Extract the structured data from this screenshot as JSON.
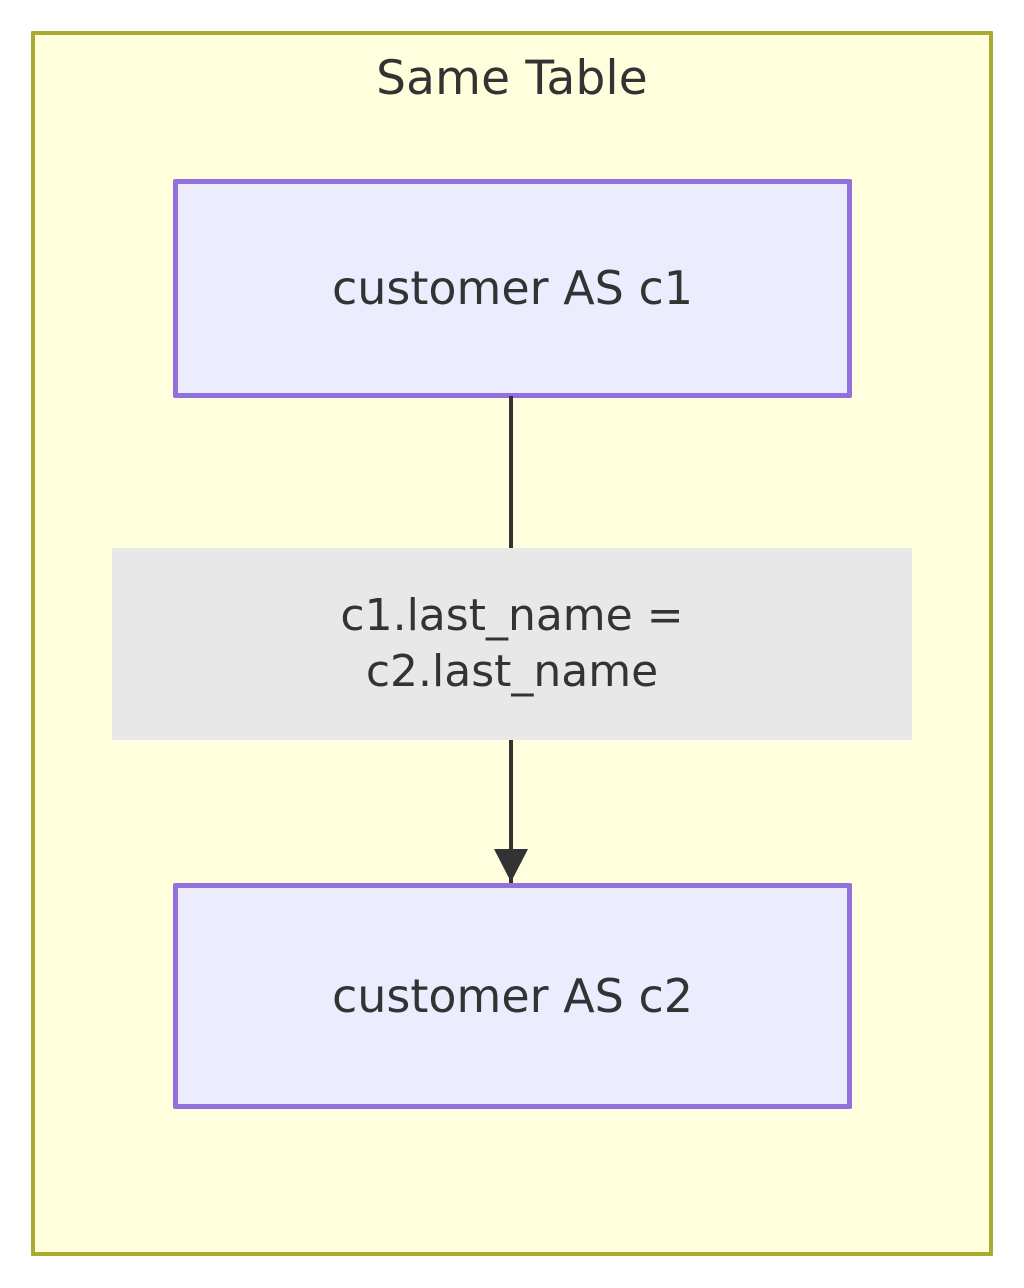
{
  "diagram": {
    "type": "flowchart",
    "direction": "top-to-bottom",
    "subgraph": {
      "title": "Same Table",
      "frame_color": "#aaaa33",
      "fill_color": "#ffffde"
    },
    "nodes": [
      {
        "id": "c1",
        "label": "customer AS c1",
        "fill_color": "#ececff",
        "border_color": "#9370db"
      },
      {
        "id": "c2",
        "label": "customer AS c2",
        "fill_color": "#ececff",
        "border_color": "#9370db"
      }
    ],
    "edges": [
      {
        "from": "c1",
        "to": "c2",
        "label_lines": [
          "c1.last_name =",
          "c2.last_name"
        ],
        "label_background": "#e8e8e8",
        "line_color": "#333333",
        "arrow": "arrowhead-down-icon"
      }
    ],
    "text_color": "#333333"
  }
}
